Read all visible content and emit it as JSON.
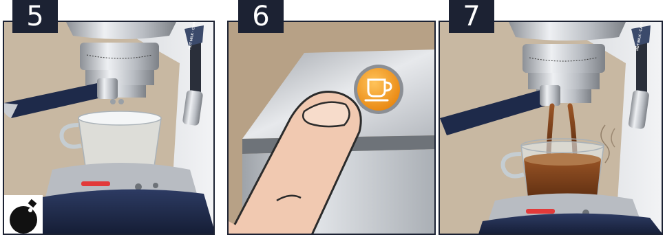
{
  "steps": [
    {
      "number": "5",
      "scene": "empty-cup-under-spout"
    },
    {
      "number": "6",
      "scene": "finger-pressing-cup-button"
    },
    {
      "number": "7",
      "scene": "coffee-dispensing-into-cup"
    }
  ],
  "steam_wand_label_top": "HOT MILK",
  "steam_wand_label_side": "CAPPUCCINO",
  "colors": {
    "wall": "#c8b8a2",
    "badge": "#1c2233",
    "chrome": "#c9ccd1",
    "drip_tray_base": "#1e2a4a",
    "button_orange": "#f39a1e",
    "coffee": "#7a3e1a",
    "skin": "#f1c9b1",
    "indicator_red": "#e23a3a"
  },
  "icons": {
    "step_6_button": "coffee-cup-icon",
    "step_5_corner": "bomb-round-icon"
  }
}
